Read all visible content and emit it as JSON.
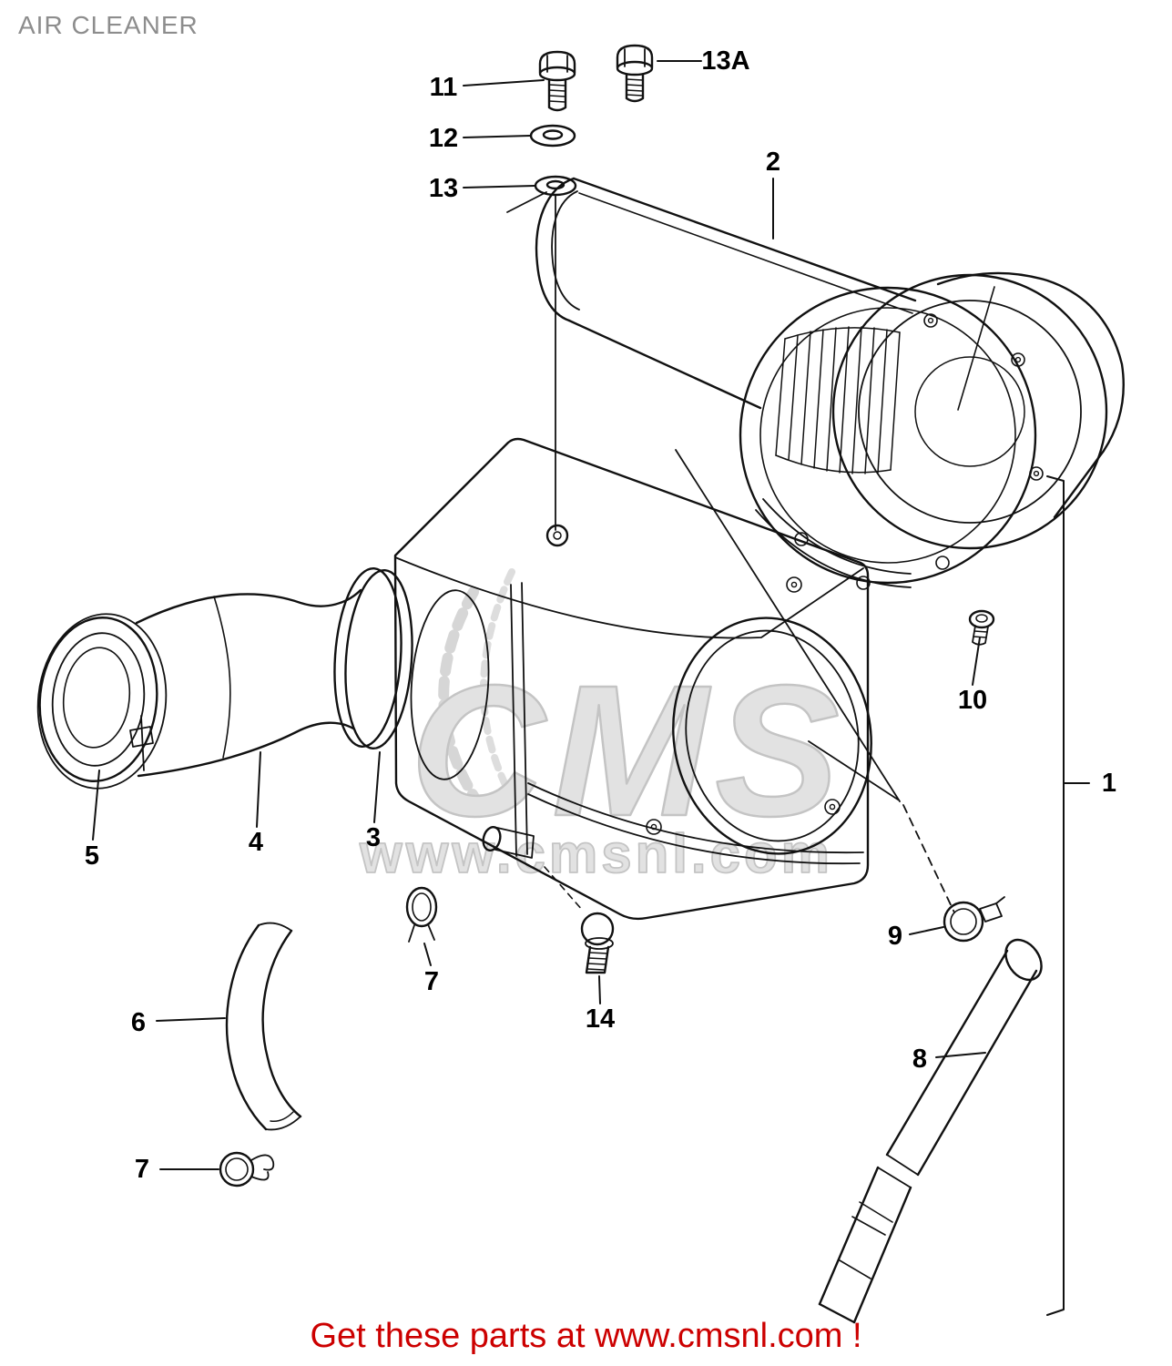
{
  "page": {
    "title": "AIR CLEANER",
    "background_color": "#ffffff"
  },
  "watermark": {
    "logo_text": "CMS",
    "url_text": "www.cmsnl.com"
  },
  "footer": {
    "text": "Get these parts at www.cmsnl.com !",
    "color": "#cc0000"
  },
  "diagram": {
    "description": "Air cleaner exploded parts drawing",
    "line_color": "#111111",
    "callouts": [
      {
        "label": "11"
      },
      {
        "label": "12"
      },
      {
        "label": "13"
      },
      {
        "label": "13A"
      },
      {
        "label": "2"
      },
      {
        "label": "3"
      },
      {
        "label": "4"
      },
      {
        "label": "5"
      },
      {
        "label": "6"
      },
      {
        "label": "7"
      },
      {
        "label": "7"
      },
      {
        "label": "8"
      },
      {
        "label": "9"
      },
      {
        "label": "10"
      },
      {
        "label": "14"
      },
      {
        "label": "1"
      }
    ]
  }
}
